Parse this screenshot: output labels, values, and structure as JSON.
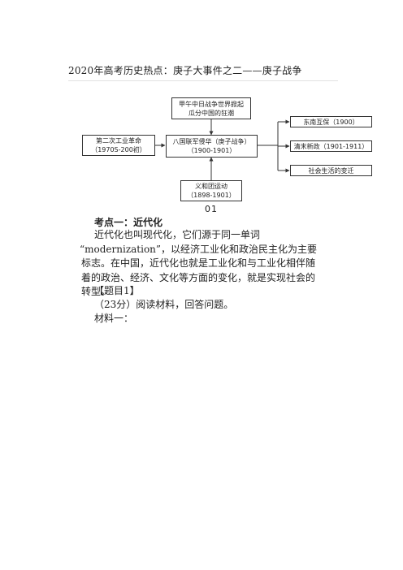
{
  "document": {
    "title": "2020年高考历史热点：庚子大事件之二——庚子战争",
    "figure_number": "01",
    "section_heading": "考点一：近代化",
    "paragraph_lines": [
      "近代化也叫现代化，它们源于同一单词",
      "“modernization”，以经济工业化和政治民主化为主要",
      "标志。在中国，近代化也就是工业化和与工业化相伴随",
      "着的政治、经济、文化等方面的变化，就是实现社会的",
      "转型。"
    ],
    "question_title": "【题目1】",
    "question_desc": "（23分）阅读材料，回答问题。",
    "material_label": "材料一："
  },
  "diagram": {
    "top_box": {
      "line1": "甲午中日战争世界掀起",
      "line2": "瓜分中国的狂潮"
    },
    "left_box": {
      "line1": "第二次工业革命",
      "line2": "（1970S-200初）"
    },
    "center_box": {
      "line1": "八国联军侵华（庚子战争）",
      "line2": "（1900-1901）"
    },
    "bottom_box": {
      "line1": "义和团运动",
      "line2": "（1898-1901）"
    },
    "right_boxes": [
      {
        "label": "东南互保（1900）"
      },
      {
        "label": "清末新政（1901-1911）"
      },
      {
        "label": "社会生活的变迁"
      }
    ]
  }
}
